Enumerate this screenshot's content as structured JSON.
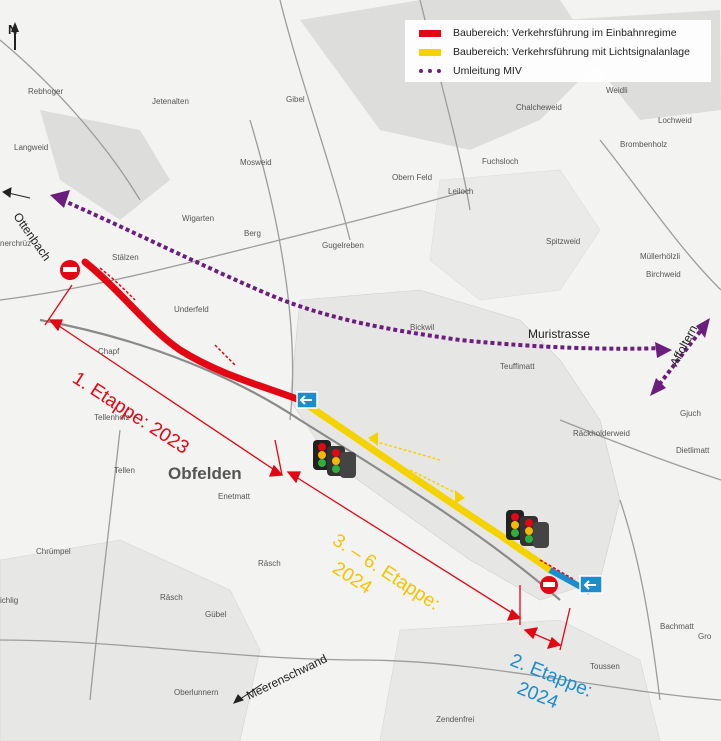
{
  "legend": {
    "red": "Baubereich: Verkehrsführung im Einbahnregime",
    "yellow": "Baubereich: Verkehrsführung mit Lichtsignalanlage",
    "purple": "Umleitung MIV"
  },
  "colors": {
    "red": "#e30613",
    "yellow": "#f5d300",
    "purple": "#6b1e7d",
    "blue": "#1b8ccc"
  },
  "north": "N",
  "town": "Obfelden",
  "etappen": {
    "e1": "1. Etappe: 2023",
    "e36_line1": "3. – 6. Etappe:",
    "e36_line2": "2024",
    "e2_line1": "2. Etappe:",
    "e2_line2": "2024"
  },
  "roads": {
    "ottenbach": "Ottenbach",
    "muristrasse": "Muristrasse",
    "affoltern": "Affoltern",
    "meerenschwand": "Meerenschwand"
  },
  "places": {
    "rebhoger": "Rebhoger",
    "jetenalten": "Jetenalten",
    "gibel": "Gibel",
    "chalcheweid": "Chalcheweid",
    "weidli": "Weidli",
    "lochweid": "Lochweid",
    "brombenholz": "Brombenholz",
    "langweid": "Langweid",
    "mosweid": "Mosweid",
    "fuchsloch": "Fuchsloch",
    "obern_feld": "Obern Feld",
    "leiloch": "Leiloch",
    "wigarten": "Wigarten",
    "berg": "Berg",
    "gugelreben": "Gugelreben",
    "spitzweid": "Spitzweid",
    "mullerholzli": "Müllerhölzli",
    "staizen": "Stälzen",
    "birchweid": "Birchweid",
    "underfeld": "Underfeld",
    "bickwil": "Bickwil",
    "chapf": "Chapf",
    "teufimatt": "Teuffimatt",
    "gjuch": "Gjuch",
    "tellenholz": "Tellenholz",
    "rackholderweid": "Räckholderweid",
    "dietlimatt": "Dietlimatt",
    "tellen": "Tellen",
    "enetmatt": "Enetmatt",
    "chrumpel": "Chrümpel",
    "rasch1": "Räsch",
    "rasch2": "Räsch",
    "gubel": "Gübel",
    "ichlig": "ichlig",
    "bachmatt": "Bachmatt",
    "toussen": "Toussen",
    "oberlunnern": "Oberlunnern",
    "zendenfrei": "Zendenfrei",
    "nerchruz": "nerchrüz",
    "gro": "Gro"
  }
}
